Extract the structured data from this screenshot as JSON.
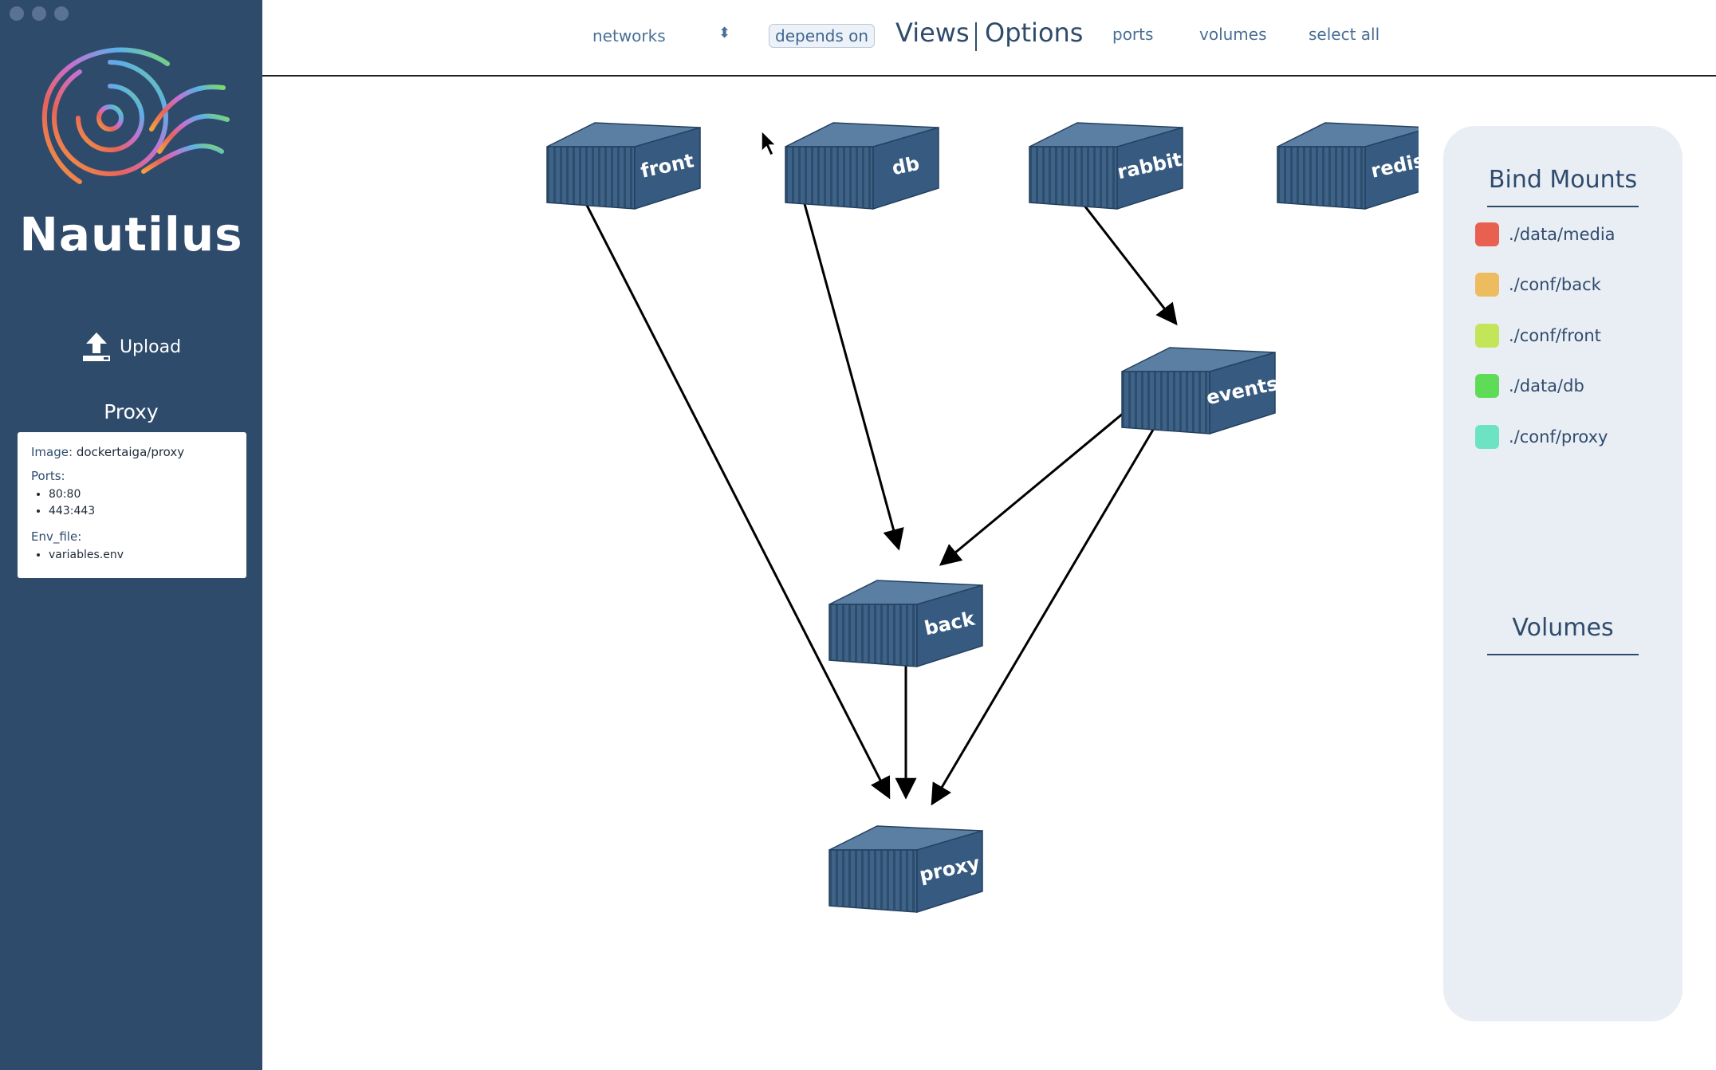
{
  "app": {
    "name": "Nautilus"
  },
  "sidebar": {
    "upload_label": "Upload",
    "selected_title": "Proxy",
    "card": {
      "image_label": "Image:",
      "image_value": "dockertaiga/proxy",
      "ports_label": "Ports:",
      "ports": [
        "80:80",
        "443:443"
      ],
      "env_label": "Env_file:",
      "env_files": [
        "variables.env"
      ]
    }
  },
  "toolbar": {
    "networks_select": "networks",
    "depends_on": "depends on",
    "views": "Views",
    "options": "Options",
    "ports": "ports",
    "volumes": "volumes",
    "select_all": "select all"
  },
  "graph": {
    "nodes": [
      "front",
      "db",
      "rabbit",
      "redis",
      "events",
      "back",
      "proxy"
    ],
    "edges": [
      [
        "front",
        "proxy"
      ],
      [
        "db",
        "back"
      ],
      [
        "rabbit",
        "events"
      ],
      [
        "events",
        "back"
      ],
      [
        "events",
        "proxy"
      ],
      [
        "back",
        "proxy"
      ]
    ]
  },
  "legend": {
    "bind_mounts_title": "Bind Mounts",
    "bind_mounts": [
      {
        "path": "./data/media",
        "color": "#e8604f"
      },
      {
        "path": "./conf/back",
        "color": "#edbc5e"
      },
      {
        "path": "./conf/front",
        "color": "#c3e658"
      },
      {
        "path": "./data/db",
        "color": "#5fdc57"
      },
      {
        "path": "./conf/proxy",
        "color": "#6ee3c2"
      }
    ],
    "volumes_title": "Volumes"
  }
}
